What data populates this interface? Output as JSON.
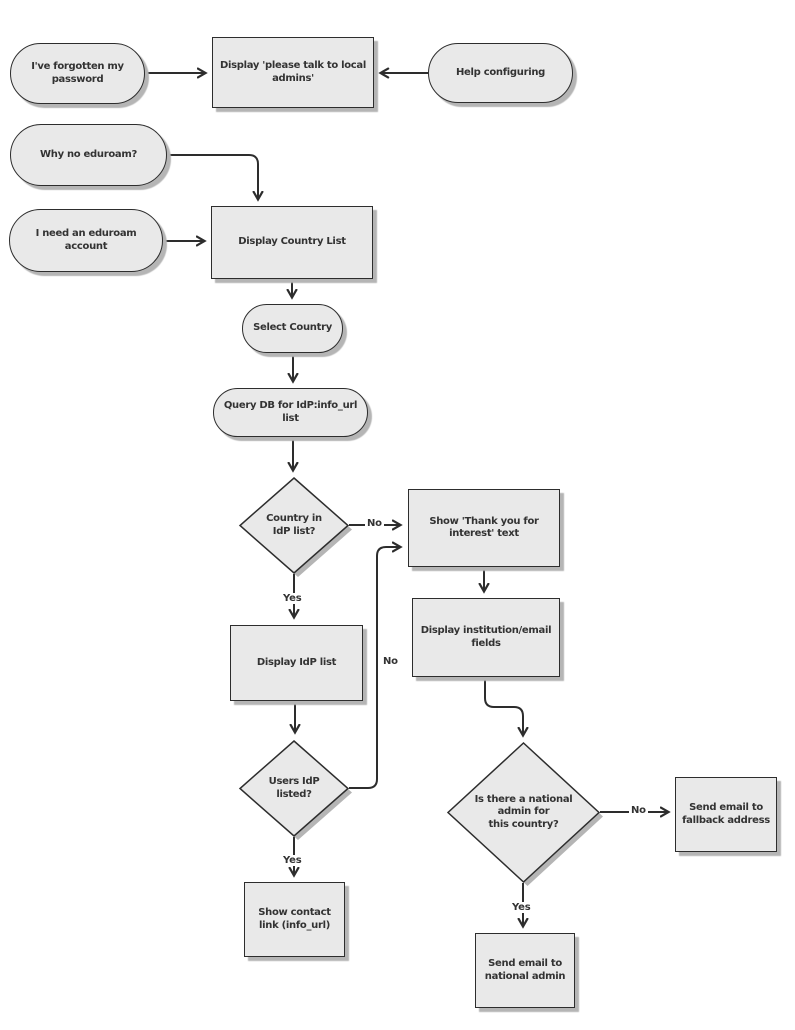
{
  "diagram": {
    "colors": {
      "background": "#ffffff",
      "node_fill": "#e9e9e9",
      "node_border": "#2d2d2d",
      "connector": "#2d2d2d",
      "shadow": "#b5b5b5",
      "text": "#333333"
    },
    "nodes": {
      "forgotten_password": {
        "type": "terminator",
        "label": "I've forgotten my\npassword"
      },
      "display_talk_admins": {
        "type": "process",
        "label": "Display 'please talk to local\nadmins'"
      },
      "help_configuring": {
        "type": "terminator",
        "label": "Help configuring"
      },
      "why_no_eduroam": {
        "type": "terminator",
        "label": "Why no eduroam?"
      },
      "need_account": {
        "type": "terminator",
        "label": "I need an eduroam\naccount"
      },
      "display_country_list": {
        "type": "process",
        "label": "Display Country List"
      },
      "select_country": {
        "type": "terminator",
        "label": "Select Country"
      },
      "query_db": {
        "type": "terminator",
        "label": "Query DB for IdP:info_url\nlist"
      },
      "country_in_idp_list": {
        "type": "decision",
        "label": "Country in\nIdP list?"
      },
      "show_thank_you": {
        "type": "process",
        "label": "Show 'Thank you for\ninterest' text"
      },
      "display_idp_list": {
        "type": "process",
        "label": "Display IdP list"
      },
      "display_institution_email": {
        "type": "process",
        "label": "Display institution/email\nfields"
      },
      "users_idp_listed": {
        "type": "decision",
        "label": "Users IdP\nlisted?"
      },
      "national_admin_for_country": {
        "type": "decision",
        "label": "Is there a national\nadmin for\nthis country?"
      },
      "send_email_fallback": {
        "type": "process",
        "label": "Send email to\nfallback address"
      },
      "show_contact_link": {
        "type": "process",
        "label": "Show contact\nlink (info_url)"
      },
      "send_email_national_admin": {
        "type": "process",
        "label": "Send email to\nnational admin"
      }
    },
    "edge_labels": {
      "country_in_list_no": "No",
      "country_in_list_yes": "Yes",
      "users_listed_no": "No",
      "users_listed_yes": "Yes",
      "national_admin_no": "No",
      "national_admin_yes": "Yes"
    }
  }
}
